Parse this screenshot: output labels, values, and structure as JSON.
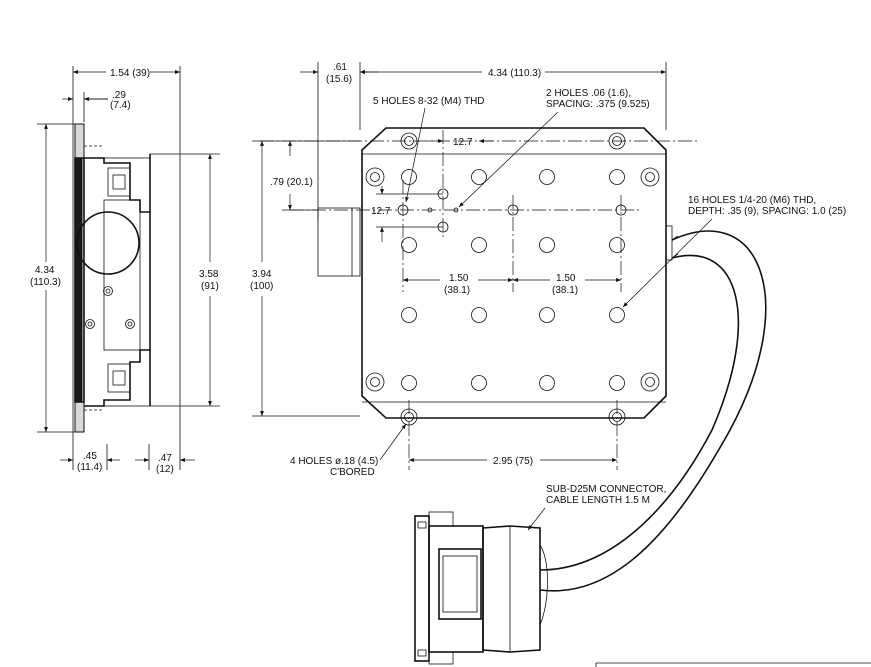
{
  "side_view": {
    "width_top": "1.54 (39)",
    "flange_a": ".29",
    "flange_b": "(7.4)",
    "height_a": "4.34",
    "height_b": "(110.3)",
    "inner_height_a": "3.58",
    "inner_height_b": "(91)",
    "bottom_left_a": ".45",
    "bottom_left_b": "(11.4)",
    "bottom_right_a": ".47",
    "bottom_right_b": "(12)"
  },
  "top_view": {
    "offset_a": ".61",
    "offset_b": "(15.6)",
    "width": "4.34 (110.3)",
    "holes_m4": "5 HOLES 8-32 (M4) THD",
    "holes_small_a": "2 HOLES .06 (1.6),",
    "holes_small_b": "SPACING: .375 (9.525)",
    "spacing_127_top": "12.7",
    "spacing_127_left": "12.7",
    "vert_offset": ".79 (20.1)",
    "height_a": "3.94",
    "height_b": "(100)",
    "pitch_1_a": "1.50",
    "pitch_1_b": "(38.1)",
    "pitch_2_a": "1.50",
    "pitch_2_b": "(38.1)",
    "holes_m6_a": "16 HOLES 1/4-20 (M6) THD,",
    "holes_m6_b": "DEPTH: .35 (9), SPACING: 1.0 (25)",
    "mount_holes_a": "4 HOLES ø.18 (4.5)",
    "mount_holes_b": "C'BORED",
    "mount_spacing": "2.95 (75)"
  },
  "connector": {
    "label_a": "SUB-D25M CONNECTOR,",
    "label_b": "CABLE LENGTH 1.5 M"
  }
}
